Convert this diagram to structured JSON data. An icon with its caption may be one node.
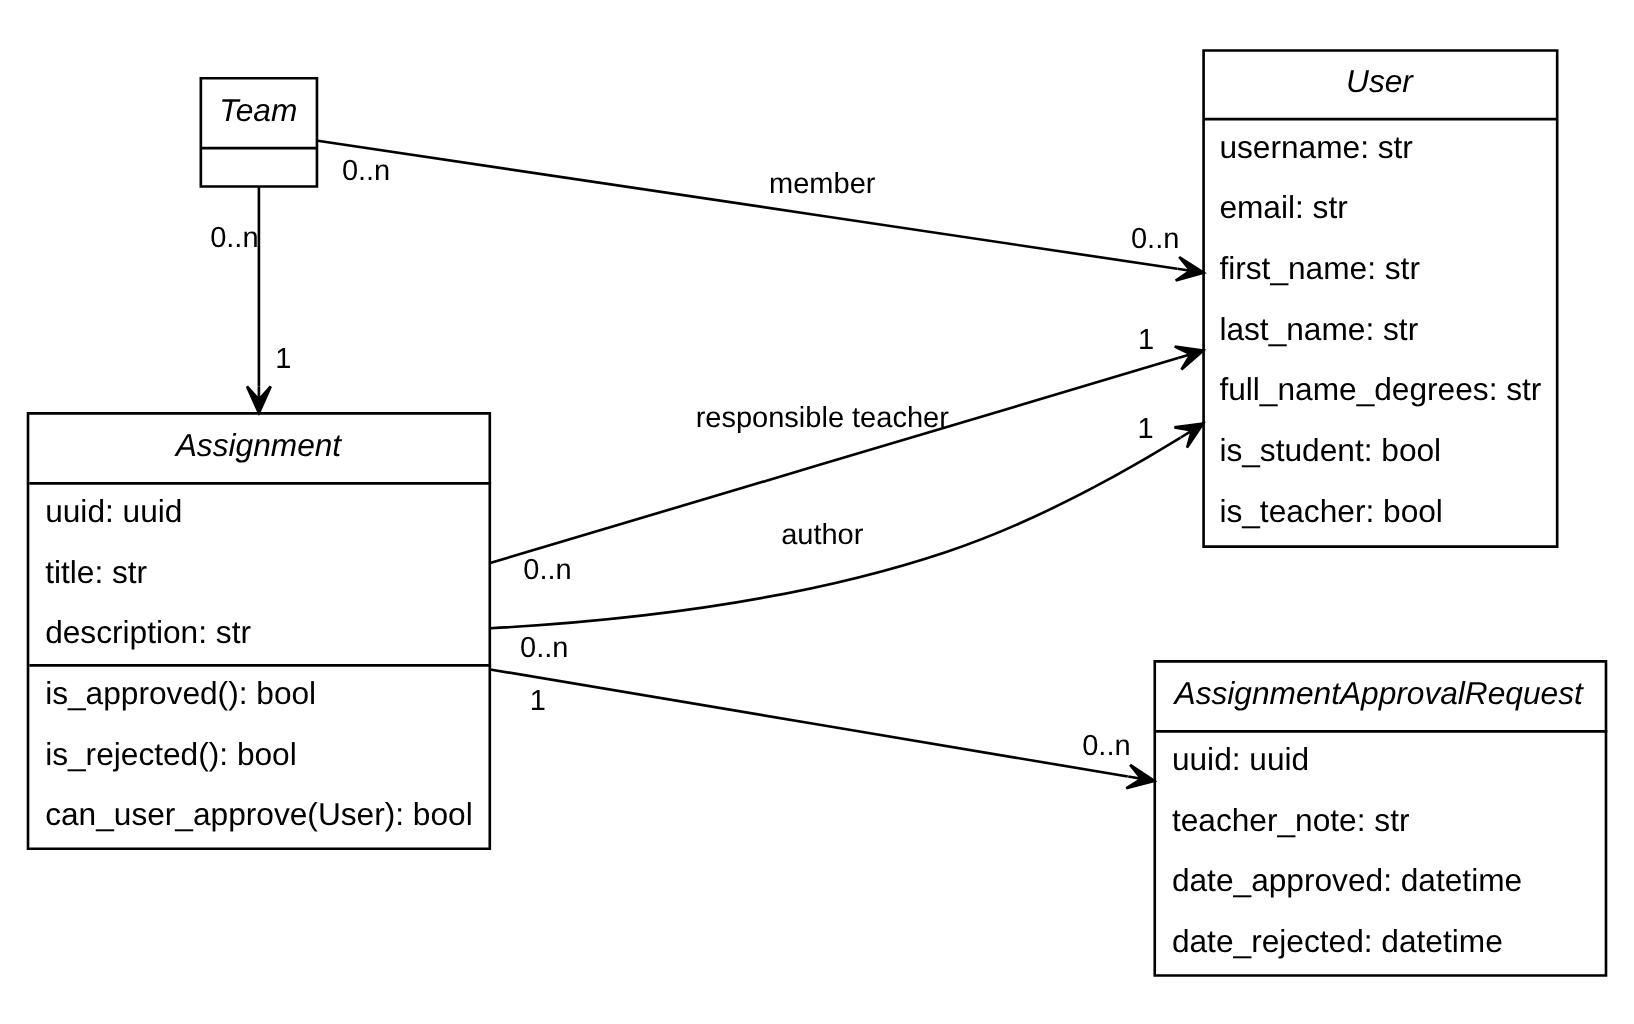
{
  "diagram": {
    "nodes": [
      {
        "text": [
          "Team"
        ]
      },
      {
        "text": [
          "User",
          "username: str",
          "email: str",
          "first_name: str",
          "last_name: str",
          "full_name_degrees: str",
          "is_student: bool",
          "is_teacher: bool"
        ]
      },
      {
        "text": [
          "Assignment",
          "uuid: uuid",
          "title: str",
          "description: str",
          "is_approved(): bool",
          "is_rejected(): bool",
          "can_user_approve(User): bool"
        ]
      },
      {
        "text": [
          "AssignmentApprovalRequest",
          "uuid: uuid",
          "teacher_note: str",
          "date_approved: datetime",
          "date_rejected: datetime"
        ]
      }
    ],
    "edges": [
      {
        "from": 0,
        "to": 1,
        "arrow": "to",
        "label": "member"
      },
      {
        "from": 0,
        "to": 2,
        "arrow": "to"
      },
      {
        "from": 2,
        "to": 1,
        "arrow": "to",
        "label": "responsible teacher"
      },
      {
        "from": 2,
        "to": 1,
        "arrow": "to",
        "label": "author"
      },
      {
        "from": 2,
        "to": 3,
        "arrow": "to"
      }
    ],
    "labels": [
      "0..n",
      "0..n",
      "0..n",
      "1",
      "0..n",
      "1",
      "0..n",
      "1",
      "1",
      "0..n"
    ]
  }
}
